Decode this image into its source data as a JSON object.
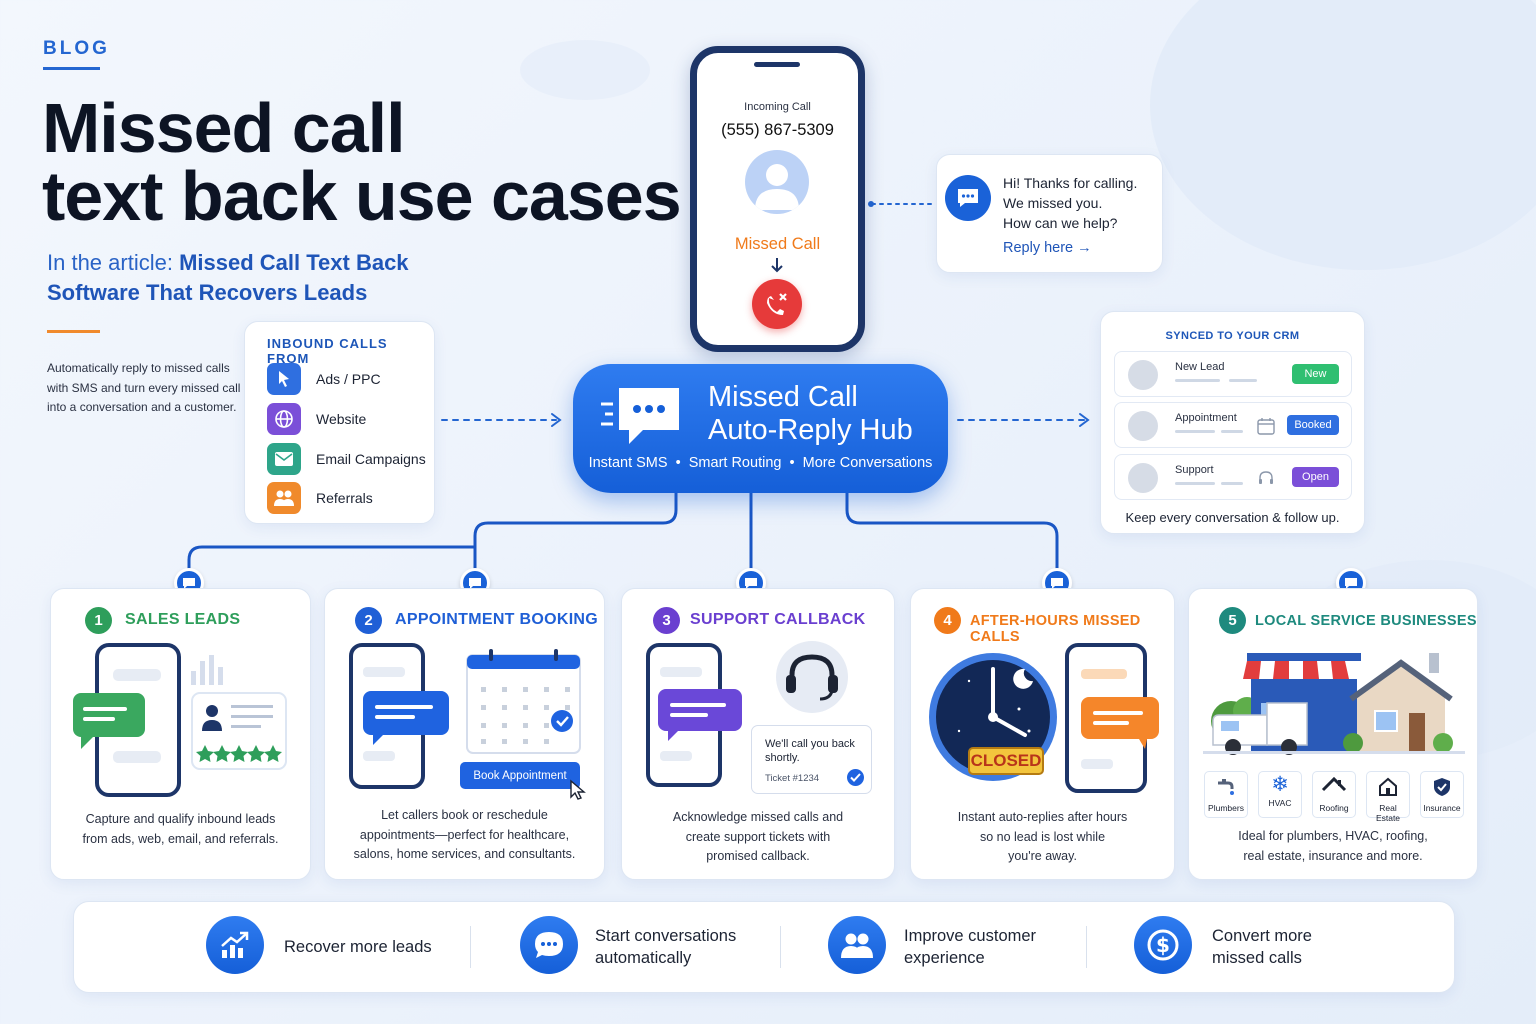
{
  "header": {
    "eyebrow": "BLOG",
    "title_line1": "Missed call",
    "title_line2": "text back use cases",
    "subtitle_prefix": "In the article: ",
    "subtitle_link_line1": "Missed Call Text Back",
    "subtitle_link_line2": "Software That Recovers Leads",
    "intro": "Automatically reply to missed calls with SMS and turn every missed call into a conversation and a customer."
  },
  "inbound": {
    "heading": "INBOUND CALLS FROM",
    "items": [
      {
        "label": "Ads / PPC",
        "icon": "cursor-icon",
        "color": "#2f6fe0"
      },
      {
        "label": "Website",
        "icon": "globe-icon",
        "color": "#7b4fd8"
      },
      {
        "label": "Email Campaigns",
        "icon": "envelope-icon",
        "color": "#2ea58a"
      },
      {
        "label": "Referrals",
        "icon": "people-icon",
        "color": "#f08a2c"
      }
    ]
  },
  "phone": {
    "incoming_label": "Incoming Call",
    "number": "(555) 867-5309",
    "missed_label": "Missed Call"
  },
  "sms": {
    "line1": "Hi! Thanks for calling.",
    "line2": "We missed you.",
    "line3": "How can we help?",
    "reply_link": "Reply here"
  },
  "hub": {
    "title_line1": "Missed Call",
    "title_line2": "Auto-Reply Hub",
    "features": [
      "Instant SMS",
      "Smart Routing",
      "More Conversations"
    ]
  },
  "crm": {
    "heading": "SYNCED TO YOUR CRM",
    "rows": [
      {
        "label": "New Lead",
        "badge": "New",
        "badge_color": "#2fbf71"
      },
      {
        "label": "Appointment",
        "badge": "Booked",
        "badge_color": "#2f6fe0"
      },
      {
        "label": "Support",
        "badge": "Open",
        "badge_color": "#7b4fd8"
      }
    ],
    "footer": "Keep every conversation & follow up."
  },
  "use_cases": [
    {
      "num": "1",
      "title": "SALES LEADS",
      "color": "#2e9e5b",
      "desc_line1": "Capture and qualify inbound leads",
      "desc_line2": "from ads, web, email, and referrals."
    },
    {
      "num": "2",
      "title": "APPOINTMENT BOOKING",
      "color": "#1f5fd6",
      "desc_line1": "Let callers book or reschedule",
      "desc_line2": "appointments—perfect for healthcare,",
      "desc_line3": "salons, home services, and consultants.",
      "button": "Book Appointment"
    },
    {
      "num": "3",
      "title": "SUPPORT CALLBACK",
      "color": "#6a3fd0",
      "desc_line1": "Acknowledge missed calls and",
      "desc_line2": "create support tickets with",
      "desc_line3": "promised callback.",
      "bubble_line1": "We'll call you back",
      "bubble_line2": "shortly.",
      "ticket": "Ticket #1234"
    },
    {
      "num": "4",
      "title": "AFTER-HOURS MISSED CALLS",
      "color": "#f07a1a",
      "desc_line1": "Instant auto-replies after hours",
      "desc_line2": "so no lead is lost while",
      "desc_line3": "you're away.",
      "closed": "CLOSED"
    },
    {
      "num": "5",
      "title": "LOCAL SERVICE BUSINESSES",
      "color": "#1e8a7e",
      "desc_line1": "Ideal for plumbers, HVAC, roofing,",
      "desc_line2": "real estate, insurance and more.",
      "services": [
        "Plumbers",
        "HVAC",
        "Roofing",
        "Real Estate",
        "Insurance"
      ]
    }
  ],
  "benefits": [
    {
      "line1": "Recover more leads",
      "line2": "",
      "icon": "chart-up-icon"
    },
    {
      "line1": "Start conversations",
      "line2": "automatically",
      "icon": "chat-icon"
    },
    {
      "line1": "Improve customer",
      "line2": "experience",
      "icon": "people-icon"
    },
    {
      "line1": "Convert more",
      "line2": "missed calls",
      "icon": "dollar-icon"
    }
  ]
}
